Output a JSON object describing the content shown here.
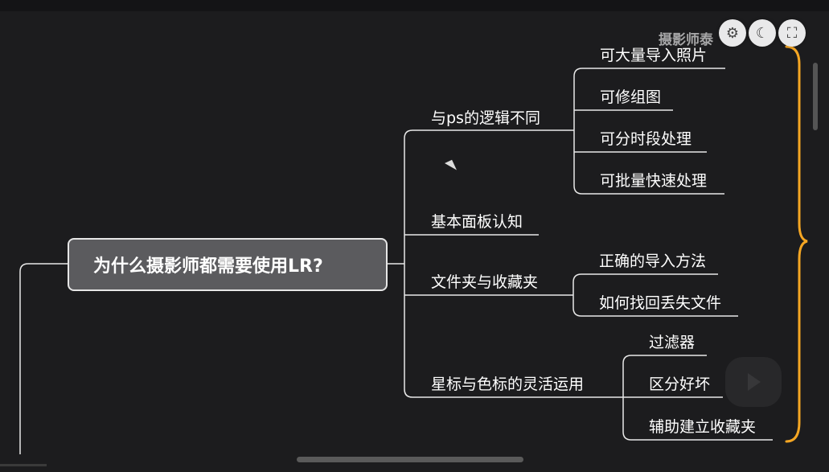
{
  "watermark": "摄影师泰",
  "toolbar": {
    "icons": [
      "settings-icon",
      "moon-icon",
      "fit-view-icon"
    ]
  },
  "mindmap": {
    "root": "为什么摄影师都需要使用LR?",
    "branches": [
      {
        "label": "与ps的逻辑不同",
        "children": [
          "可大量导入照片",
          "可修组图",
          "可分时段处理",
          "可批量快速处理"
        ]
      },
      {
        "label": "基本面板认知",
        "children": []
      },
      {
        "label": "文件夹与收藏夹",
        "children": [
          "正确的导入方法",
          "如何找回丢失文件"
        ]
      },
      {
        "label": "星标与色标的灵活运用",
        "children": [
          "过滤器",
          "区分好坏",
          "辅助建立收藏夹"
        ]
      }
    ]
  },
  "colors": {
    "background": "#1c1c1e",
    "line": "#e8e8e8",
    "root_fill": "#5b5b5e",
    "brace": "#f5a623"
  }
}
